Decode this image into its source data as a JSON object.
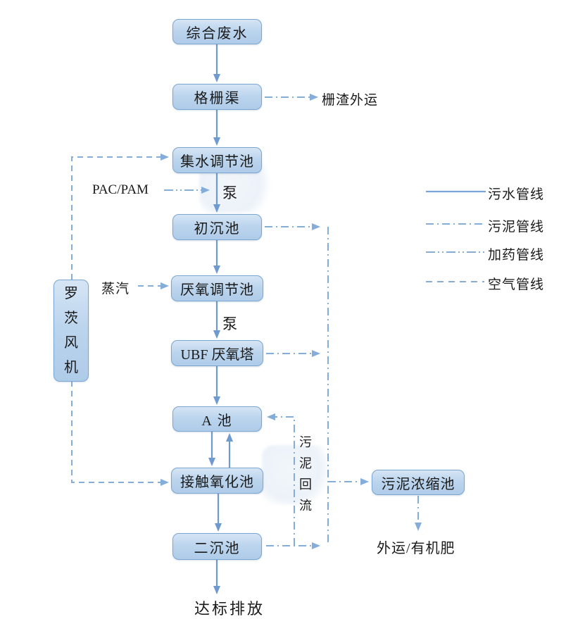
{
  "diagram": {
    "boxes": [
      {
        "id": "influent",
        "label": "综合废水"
      },
      {
        "id": "screen-channel",
        "label": "格栅渠"
      },
      {
        "id": "collection-regulating-tank",
        "label": "集水调节池"
      },
      {
        "id": "primary-sedimentation-tank",
        "label": "初沉池"
      },
      {
        "id": "anaerobic-regulating-tank",
        "label": "厌氧调节池"
      },
      {
        "id": "ubf-anaerobic-tower",
        "label": "UBF 厌氧塔"
      },
      {
        "id": "a-tank",
        "label": "A 池"
      },
      {
        "id": "contact-oxidation-tank",
        "label": "接触氧化池"
      },
      {
        "id": "secondary-sedimentation-tank",
        "label": "二沉池"
      },
      {
        "id": "sludge-thickening-tank",
        "label": "污泥浓缩池"
      },
      {
        "id": "roots-blower",
        "label": "罗茨风机"
      }
    ],
    "annotations": {
      "screen_residue": "栅渣外运",
      "pac_pam": "PAC/PAM",
      "pump1": "泵",
      "steam": "蒸汽",
      "pump2": "泵",
      "sludge_return": "污泥回流",
      "discharge": "达标排放",
      "sludge_out": "外运/有机肥"
    },
    "legend": {
      "items": [
        {
          "label": "污水管线",
          "style": "solid"
        },
        {
          "label": "污泥管线",
          "style": "dash-dot"
        },
        {
          "label": "加药管线",
          "style": "dash-dot-dot"
        },
        {
          "label": "空气管线",
          "style": "dashed"
        }
      ]
    },
    "colors": {
      "box_fill": "#bcd5ee",
      "box_border": "#7ba6d2",
      "line_solid": "#6f9ad0",
      "line_light": "#85add9",
      "text": "#1a1a1a",
      "background": "#ffffff"
    }
  }
}
